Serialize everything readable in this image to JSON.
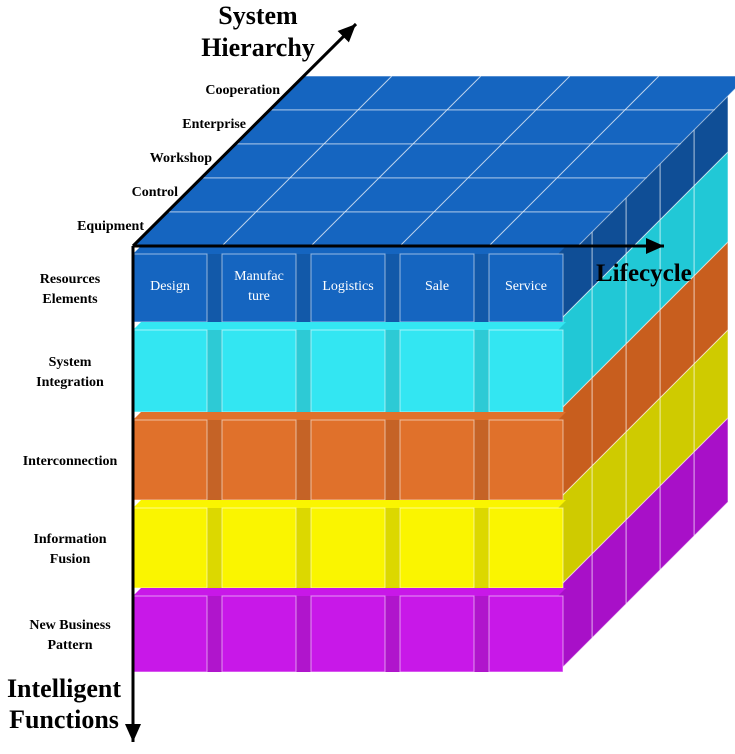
{
  "axes": {
    "hierarchy_title_line1": "System",
    "hierarchy_title_line2": "Hierarchy",
    "lifecycle_title": "Lifecycle",
    "functions_title_line1": "Intelligent",
    "functions_title_line2": "Functions"
  },
  "hierarchy_levels": [
    "Equipment",
    "Control",
    "Workshop",
    "Enterprise",
    "Cooperation"
  ],
  "lifecycle_stages": [
    "Design",
    "Manufacture",
    "Logistics",
    "Sale",
    "Service"
  ],
  "lifecycle_stage_lines": [
    [
      "Design"
    ],
    [
      "Manufac",
      "ture"
    ],
    [
      "Logistics"
    ],
    [
      "Sale"
    ],
    [
      "Service"
    ]
  ],
  "function_layers": [
    {
      "lines": [
        "Resources",
        "Elements"
      ],
      "color": "#1565C0"
    },
    {
      "lines": [
        "System",
        "Integration"
      ],
      "color": "#33E6F2"
    },
    {
      "lines": [
        "Interconnection"
      ],
      "color": "#E0712B"
    },
    {
      "lines": [
        "Information",
        "Fusion"
      ],
      "color": "#FAF500"
    },
    {
      "lines": [
        "New Business",
        "Pattern"
      ],
      "color": "#C818E8"
    }
  ],
  "colors": {
    "axis": "#000000",
    "top_face": "#1565C0",
    "right_face_shades": [
      "#0F4E96",
      "#21C8D6",
      "#C85E1E",
      "#CFCB00",
      "#A810C8"
    ]
  }
}
